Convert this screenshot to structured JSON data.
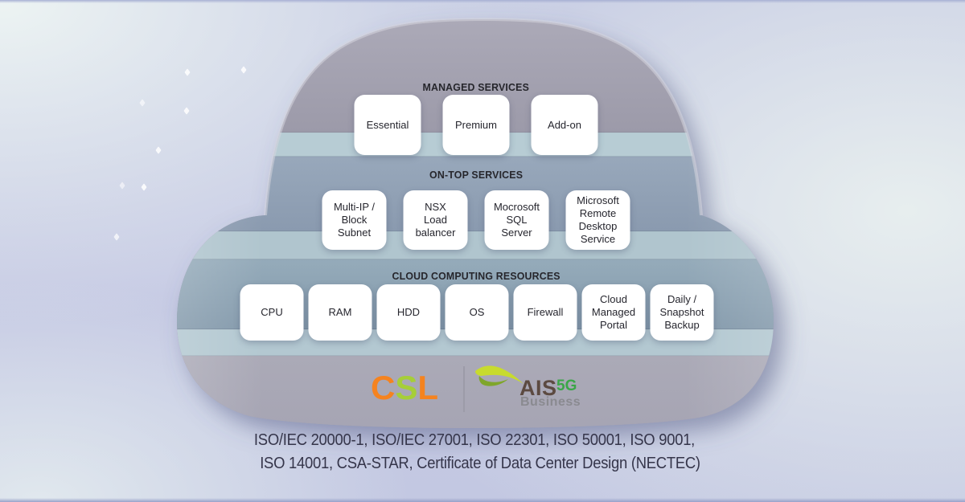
{
  "sections": {
    "managed": {
      "title": "MANAGED SERVICES",
      "items": [
        "Essential",
        "Premium",
        "Add-on"
      ]
    },
    "ontop": {
      "title": "ON-TOP SERVICES",
      "items": [
        "Multi-IP /\nBlock\nSubnet",
        "NSX\nLoad\nbalancer",
        "Mocrosoft\nSQL\nServer",
        "Microsoft\nRemote\nDesktop\nService"
      ]
    },
    "resources": {
      "title": "CLOUD COMPUTING RESOURCES",
      "items": [
        "CPU",
        "RAM",
        "HDD",
        "OS",
        "Firewall",
        "Cloud\nManaged\nPortal",
        "Daily /\nSnapshot\nBackup"
      ]
    }
  },
  "logos": {
    "csl": {
      "letters": [
        "C",
        "S",
        "L"
      ],
      "orange": "#F5831F",
      "green": "#A6CE38"
    },
    "ais": {
      "brand": "AIS",
      "badge": "5G",
      "subtitle": "Business",
      "brand_color": "#5C4A41",
      "badge_color": "#3BA648",
      "subtitle_color": "#8A8A90",
      "swoosh_dark": "#7FA62B",
      "swoosh_light": "#C8DB2E"
    }
  },
  "certifications": {
    "line1": "ISO/IEC 20000-1, ISO/IEC 27001, ISO 22301, ISO 50001, ISO 9001,",
    "line2": "ISO 14001, CSA-STAR, Certificate of Data Center Design (NECTEC)"
  },
  "palette": {
    "cloud_dome": "#a3a1b0",
    "band_light": "#b7ccd4",
    "band_slate": "#8e9fb3",
    "band_resources": "#8fa5b5",
    "cloud_bottom": "#a8a7b4",
    "background_center": "#c6cae4",
    "background_corner": "#edf4f3",
    "text_dark": "#26262e"
  }
}
